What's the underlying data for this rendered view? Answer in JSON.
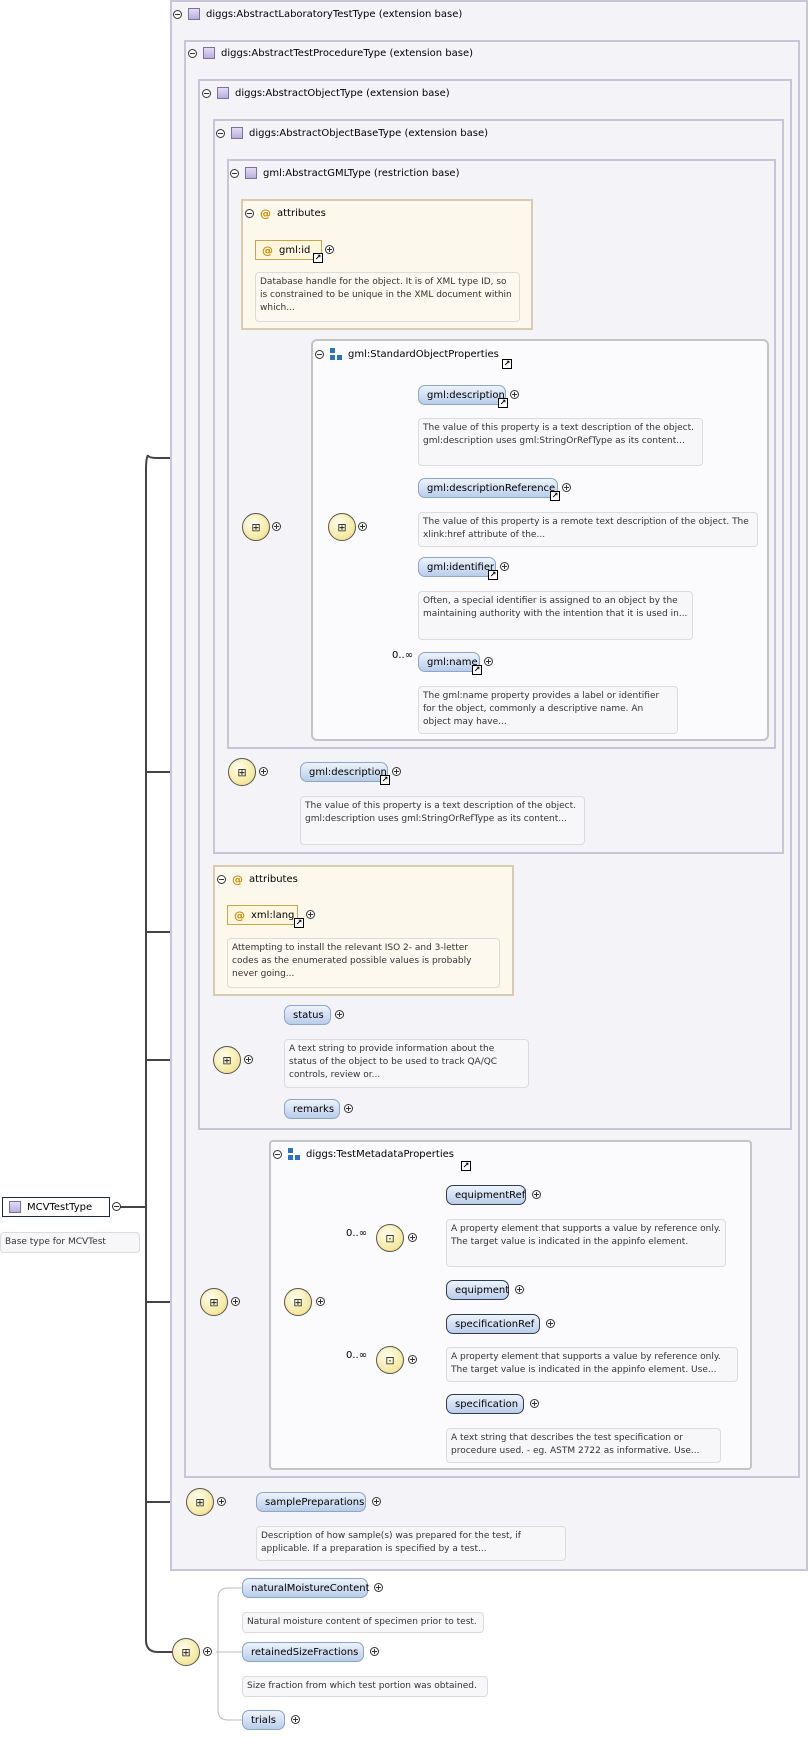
{
  "root": {
    "name": "MCVTestType",
    "doc": "Base type for MCVTest"
  },
  "extensions": {
    "lab": "diggs:AbstractLaboratoryTestType (extension base)",
    "procedure": "diggs:AbstractTestProcedureType (extension base)",
    "object": "diggs:AbstractObjectType (extension base)",
    "objectBase": "diggs:AbstractObjectBaseType (extension base)",
    "gml": "gml:AbstractGMLType (restriction base)"
  },
  "gmlAttributes": {
    "title": "attributes",
    "attr": "gml:id",
    "doc": "Database handle for the object. It is of XML type ID, so is constrained to be unique in the XML document within which..."
  },
  "standardGroup": {
    "title": "gml:StandardObjectProperties",
    "elements": [
      {
        "name": "gml:description",
        "doc": "The value of this property is a text description of the object. gml:description uses gml:StringOrRefType as its content..."
      },
      {
        "name": "gml:descriptionReference",
        "doc": "The value of this property is a remote text description of the object. The xlink:href attribute of the..."
      },
      {
        "name": "gml:identifier",
        "doc": "Often, a special identifier is assigned to an object by the maintaining authority with the intention that it is used in..."
      },
      {
        "name": "gml:name",
        "mult": "0..∞",
        "doc": "The gml:name property provides a label or identifier for the object, commonly a descriptive name. An object may have..."
      }
    ]
  },
  "baseDescription": {
    "name": "gml:description",
    "doc": "The value of this property is a text description of the object. gml:description uses gml:StringOrRefType as its content..."
  },
  "objectAttributes": {
    "title": "attributes",
    "attr": "xml:lang",
    "doc": "Attempting to install the relevant ISO 2- and 3-letter codes as the enumerated possible values is probably never going..."
  },
  "objectElements": [
    {
      "name": "status",
      "doc": "A text string to provide information about the status of the object to be used to track QA/QC controls, review or..."
    },
    {
      "name": "remarks"
    }
  ],
  "metadataGroup": {
    "title": "diggs:TestMetadataProperties",
    "choice1": {
      "mult": "0..∞",
      "elements": [
        {
          "name": "equipmentRef",
          "doc": "A property element that supports a value by reference only. The target value is indicated in the appinfo element."
        },
        {
          "name": "equipment"
        }
      ]
    },
    "choice2": {
      "mult": "0..∞",
      "elements": [
        {
          "name": "specificationRef",
          "doc": "A property element that supports a value by reference only. The target value is indicated in the appinfo element. Use..."
        },
        {
          "name": "specification",
          "doc": "A text string that describes the test specification or procedure used. - eg. ASTM 2722 as informative. Use..."
        }
      ]
    }
  },
  "labElements": [
    {
      "name": "samplePreparations",
      "doc": "Description of how sample(s) was prepared for the test, if applicable. If a preparation is specified by a test..."
    }
  ],
  "mcvElements": [
    {
      "name": "naturalMoistureContent",
      "doc": "Natural moisture content of specimen prior to test."
    },
    {
      "name": "retainedSizeFractions",
      "doc": "Size fraction from which test portion was obtained."
    },
    {
      "name": "trials"
    }
  ],
  "colors": {
    "extBorder": "#c9c5d9",
    "extFill": "#f4f3f8",
    "attrFill": "#fdf8ec",
    "elementFill": "#b9cde9",
    "compositor": "#f4e79a"
  }
}
